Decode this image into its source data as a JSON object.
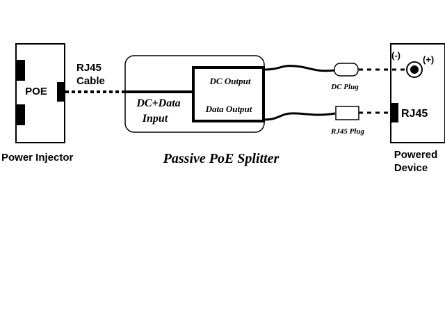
{
  "injector": {
    "port_label": "POE",
    "title": "Power Injector"
  },
  "cable": {
    "label_line1": "RJ45",
    "label_line2": "Cable"
  },
  "splitter": {
    "input_line1": "DC+Data",
    "input_line2": "Input",
    "dc_output": "DC Output",
    "data_output": "Data Output",
    "title": "Passive PoE Splitter"
  },
  "plugs": {
    "dc_plug": "DC Plug",
    "rj45_plug": "RJ45 Plug"
  },
  "device": {
    "polarity_neg": "(-)",
    "polarity_pos": "(+)",
    "port_label": "RJ45",
    "title_line1": "Powered",
    "title_line2": "Device"
  }
}
